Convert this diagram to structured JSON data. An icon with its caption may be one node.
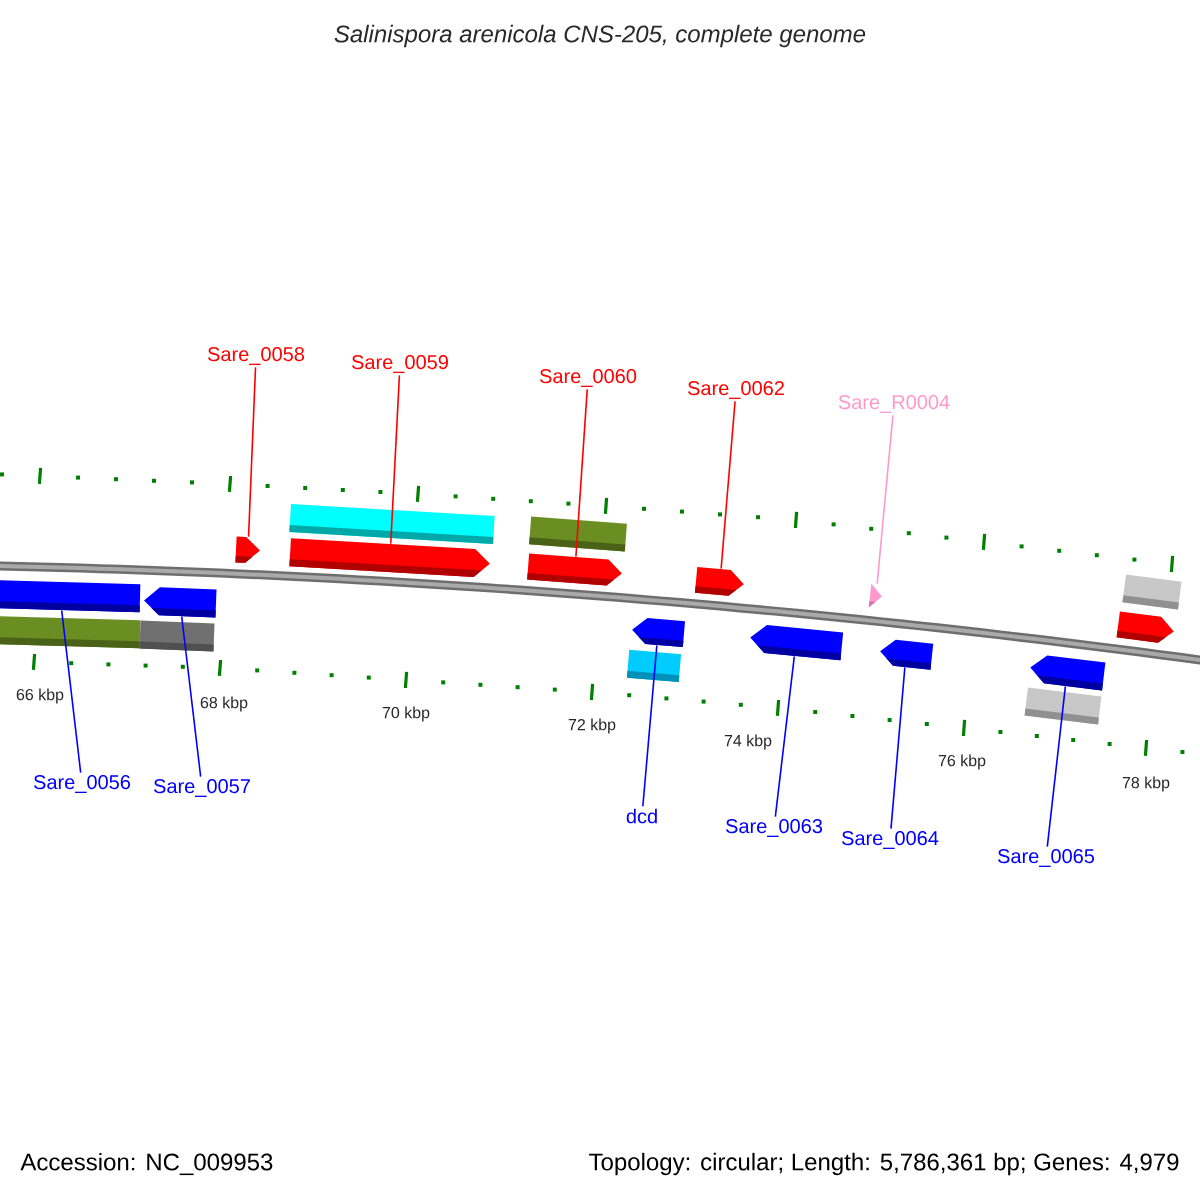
{
  "diagram": {
    "title": "Salinispora arenicola CNS-205, complete genome",
    "nodes": [
      {
        "text": [
          "Sare_0058"
        ]
      },
      {
        "text": [
          "Sare_0059"
        ]
      },
      {
        "text": [
          "Sare_0060"
        ]
      },
      {
        "text": [
          "Sare_0062"
        ]
      },
      {
        "text": [
          "Sare_R0004"
        ]
      },
      {
        "text": [
          "Sare_0056"
        ]
      },
      {
        "text": [
          "Sare_0057"
        ]
      },
      {
        "text": [
          "dcd"
        ]
      },
      {
        "text": [
          "Sare_0063"
        ]
      },
      {
        "text": [
          "Sare_0064"
        ]
      },
      {
        "text": [
          "Sare_0065"
        ]
      },
      {
        "text": [],
        "shape": "bar"
      },
      {
        "text": [],
        "shape": "bar"
      },
      {
        "text": [],
        "shape": "arrow"
      },
      {
        "text": [],
        "shape": "bar"
      },
      {
        "text": [],
        "shape": "arrow"
      },
      {
        "text": [],
        "shape": "bar"
      },
      {
        "text": [],
        "shape": "arrow"
      },
      {
        "text": [],
        "shape": "bar"
      },
      {
        "text": [],
        "shape": "arrow"
      },
      {
        "text": [],
        "shape": "bar"
      },
      {
        "text": [],
        "shape": "arrow"
      },
      {
        "text": [],
        "shape": "arrow"
      },
      {
        "text": [],
        "shape": "arrow"
      },
      {
        "text": [],
        "shape": "triangle"
      },
      {
        "text": [],
        "shape": "arrow"
      },
      {
        "text": [],
        "shape": "bar"
      },
      {
        "text": [],
        "shape": "arrow"
      },
      {
        "text": [],
        "shape": "arrow"
      },
      {
        "text": [],
        "shape": "bar"
      }
    ],
    "edges": [
      {
        "from": 0,
        "to": 15,
        "arrow": "none",
        "color": "#ff0000"
      },
      {
        "from": 1,
        "to": 17,
        "arrow": "none",
        "color": "#ff0000"
      },
      {
        "from": 2,
        "to": 19,
        "arrow": "none",
        "color": "#ff0000"
      },
      {
        "from": 3,
        "to": 22,
        "arrow": "none",
        "color": "#ff0000"
      },
      {
        "from": 4,
        "to": 24,
        "arrow": "none",
        "color": "#ff99cc"
      },
      {
        "from": 5,
        "to": 11,
        "arrow": "none"
      },
      {
        "from": 6,
        "to": 13,
        "arrow": "none"
      },
      {
        "from": 7,
        "to": 21,
        "arrow": "none"
      },
      {
        "from": 8,
        "to": 23,
        "arrow": "none"
      },
      {
        "from": 9,
        "to": 25,
        "arrow": "none"
      },
      {
        "from": 10,
        "to": 27,
        "arrow": "none"
      }
    ],
    "labels": [
      "66 kbp",
      "68 kbp",
      "70 kbp",
      "72 kbp",
      "74 kbp",
      "76 kbp",
      "78 kbp",
      "Accession: NC_009953",
      "Topology: circular; Length: 5,786,361 bp; Genes: 4,979"
    ]
  }
}
